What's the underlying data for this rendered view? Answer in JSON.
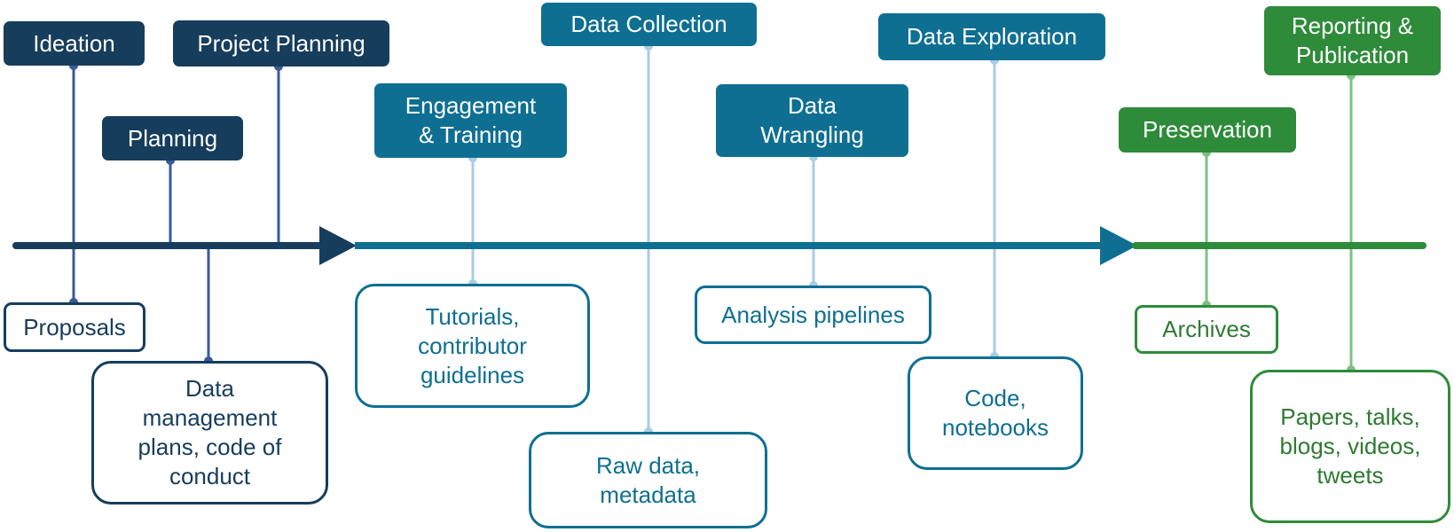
{
  "stages": [
    {
      "id": "ideation",
      "label": "Ideation",
      "artifact": "Proposals"
    },
    {
      "id": "planning",
      "label": "Planning",
      "artifact": "Data\nmanagement\nplans, code of\nconduct"
    },
    {
      "id": "project-planning",
      "label": "Project Planning",
      "artifact": ""
    },
    {
      "id": "engagement-training",
      "label": "Engagement\n& Training",
      "artifact": "Tutorials,\ncontributor\nguidelines"
    },
    {
      "id": "data-collection",
      "label": "Data Collection",
      "artifact": "Raw data,\nmetadata"
    },
    {
      "id": "data-wrangling",
      "label": "Data\nWrangling",
      "artifact": "Analysis pipelines"
    },
    {
      "id": "data-exploration",
      "label": "Data Exploration",
      "artifact": "Code,\nnotebooks"
    },
    {
      "id": "preservation",
      "label": "Preservation",
      "artifact": "Archives"
    },
    {
      "id": "reporting-publication",
      "label": "Reporting &\nPublication",
      "artifact": "Papers, talks,\nblogs, videos,\ntweets"
    }
  ],
  "colors": {
    "navy": "#163d5c",
    "teal": "#0e6f92",
    "green": "#2e8b3a",
    "navy_connector": "#3a5a9a",
    "teal_connector": "#a9cde3",
    "green_connector": "#7fbf84"
  }
}
